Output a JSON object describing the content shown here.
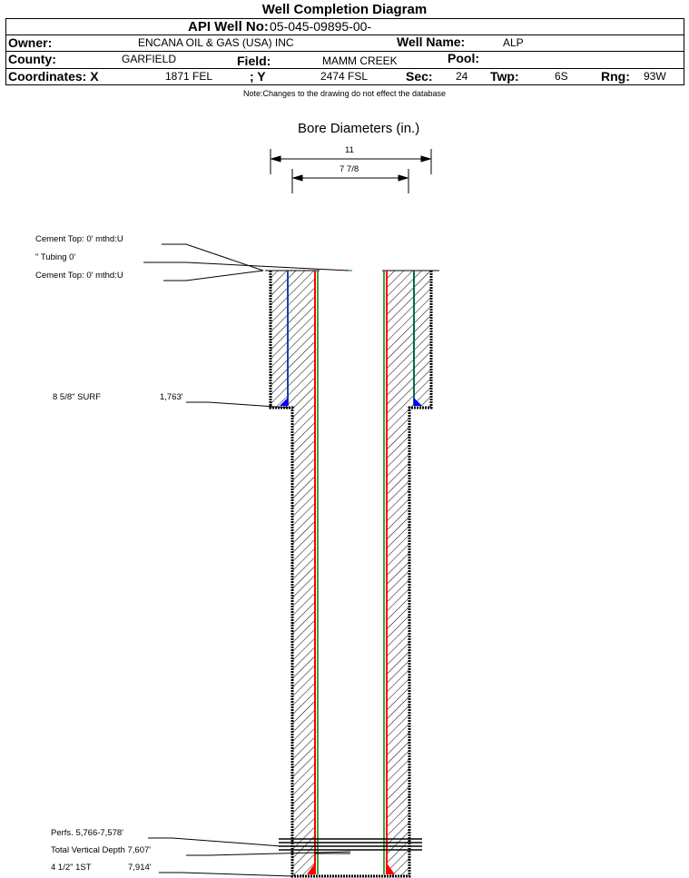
{
  "title": "Well Completion Diagram",
  "header": {
    "api_label": "API Well No:",
    "api_value": "05-045-09895-00-",
    "owner_label": "Owner:",
    "owner_value": "ENCANA OIL & GAS (USA) INC",
    "wellname_label": "Well Name:",
    "wellname_value": "ALP",
    "county_label": "County:",
    "county_value": "GARFIELD",
    "field_label": "Field:",
    "field_value": "MAMM CREEK",
    "pool_label": "Pool:",
    "coordx_label": "Coordinates: X",
    "coordx_value": "1871 FEL",
    "coordy_label": "; Y",
    "coordy_value": "2474 FSL",
    "sec_label": "Sec:",
    "sec_value": "24",
    "twp_label": "Twp:",
    "twp_value": "6S",
    "rng_label": "Rng:",
    "rng_value": "93W"
  },
  "note": "Note:Changes to the drawing do not effect the database",
  "diagram": {
    "bore_title": "Bore Diameters (in.)",
    "bore_outer": "11",
    "bore_inner": "7 7/8",
    "labels": {
      "cement_top_1": "Cement Top: 0' mthd:U",
      "tubing": "\" Tubing 0'",
      "cement_top_2": "Cement Top: 0' mthd:U",
      "surface_casing": "8 5/8\" SURF",
      "surface_depth": "1,763'",
      "perfs": "Perfs. 5,766-7,578'",
      "tvd": "Total Vertical Depth 7,607'",
      "prod_casing": "4 1/2\" 1ST",
      "prod_depth": "7,914'"
    }
  },
  "colors": {
    "surface_casing": "#0033cc",
    "surface_casing_right": "#006a4e",
    "prod_red": "#ff0000",
    "prod_green": "#008000",
    "cement": "#0000ff"
  }
}
